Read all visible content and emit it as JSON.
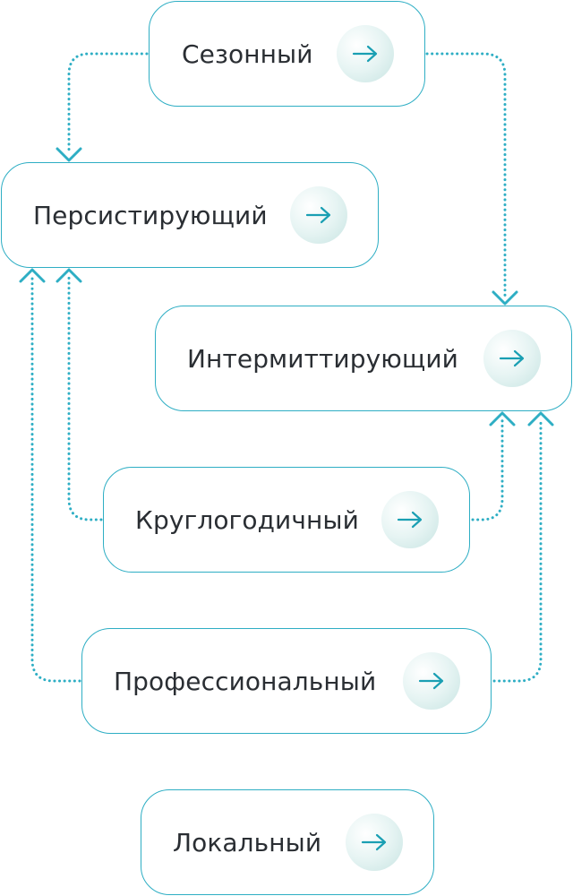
{
  "colors": {
    "accent": "#2eaec4",
    "text": "#2a2e33",
    "button_fill": "#d8eeec"
  },
  "nodes": {
    "sezonny": {
      "label": "Сезонный",
      "icon": "arrow-right-icon"
    },
    "persistiruyushchiy": {
      "label": "Персистирующий",
      "icon": "arrow-right-icon"
    },
    "intermittiruyushchiy": {
      "label": "Интермиттирующий",
      "icon": "arrow-right-icon"
    },
    "kruglogodichny": {
      "label": "Круглогодичный",
      "icon": "arrow-right-icon"
    },
    "professionalny": {
      "label": "Профессиональный",
      "icon": "arrow-right-icon"
    },
    "lokalny": {
      "label": "Локальный",
      "icon": "arrow-right-icon"
    }
  },
  "connections": [
    {
      "from": "sezonny",
      "to": "persistiruyushchiy",
      "style": "dotted"
    },
    {
      "from": "sezonny",
      "to": "intermittiruyushchiy",
      "style": "dotted"
    },
    {
      "from": "kruglogodichny",
      "to": "persistiruyushchiy",
      "style": "dotted"
    },
    {
      "from": "kruglogodichny",
      "to": "intermittiruyushchiy",
      "style": "dotted"
    },
    {
      "from": "professionalny",
      "to": "persistiruyushchiy",
      "style": "dotted"
    },
    {
      "from": "professionalny",
      "to": "intermittiruyushchiy",
      "style": "dotted"
    }
  ]
}
